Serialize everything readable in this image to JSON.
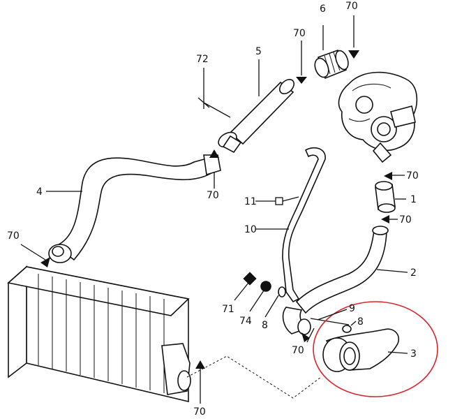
{
  "callouts": {
    "c1": "1",
    "c2": "2",
    "c3": "3",
    "c4": "4",
    "c5": "5",
    "c6": "6",
    "c8a": "8",
    "c8b": "8",
    "c9": "9",
    "c10": "10",
    "c11": "11",
    "c70a": "70",
    "c70b": "70",
    "c70c": "70",
    "c70d": "70",
    "c70e": "70",
    "c70f": "70",
    "c70g": "70",
    "c70h": "70",
    "c71": "71",
    "c72": "72",
    "c74": "74"
  },
  "highlight_color": "#d9262b",
  "line_color": "#111111"
}
